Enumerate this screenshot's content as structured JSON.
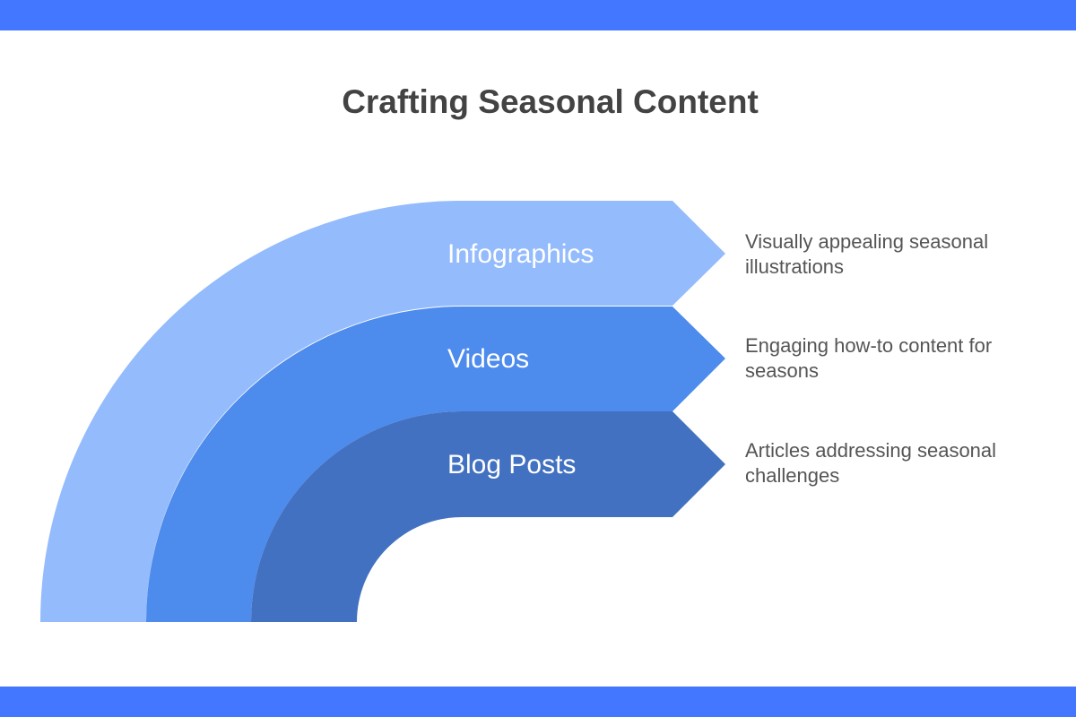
{
  "title": "Crafting Seasonal Content",
  "colors": {
    "frame_bar": "#4477ff",
    "title_text": "#434343",
    "description_text": "#555555",
    "band_label_text": "#ffffff"
  },
  "bands": [
    {
      "label": "Infographics",
      "description": "Visually appealing seasonal illustrations",
      "color": "#94bbfc"
    },
    {
      "label": "Videos",
      "description": "Engaging how-to content for seasons",
      "color": "#4d8bec"
    },
    {
      "label": "Blog Posts",
      "description": "Articles addressing seasonal challenges",
      "color": "#4371c1"
    }
  ]
}
